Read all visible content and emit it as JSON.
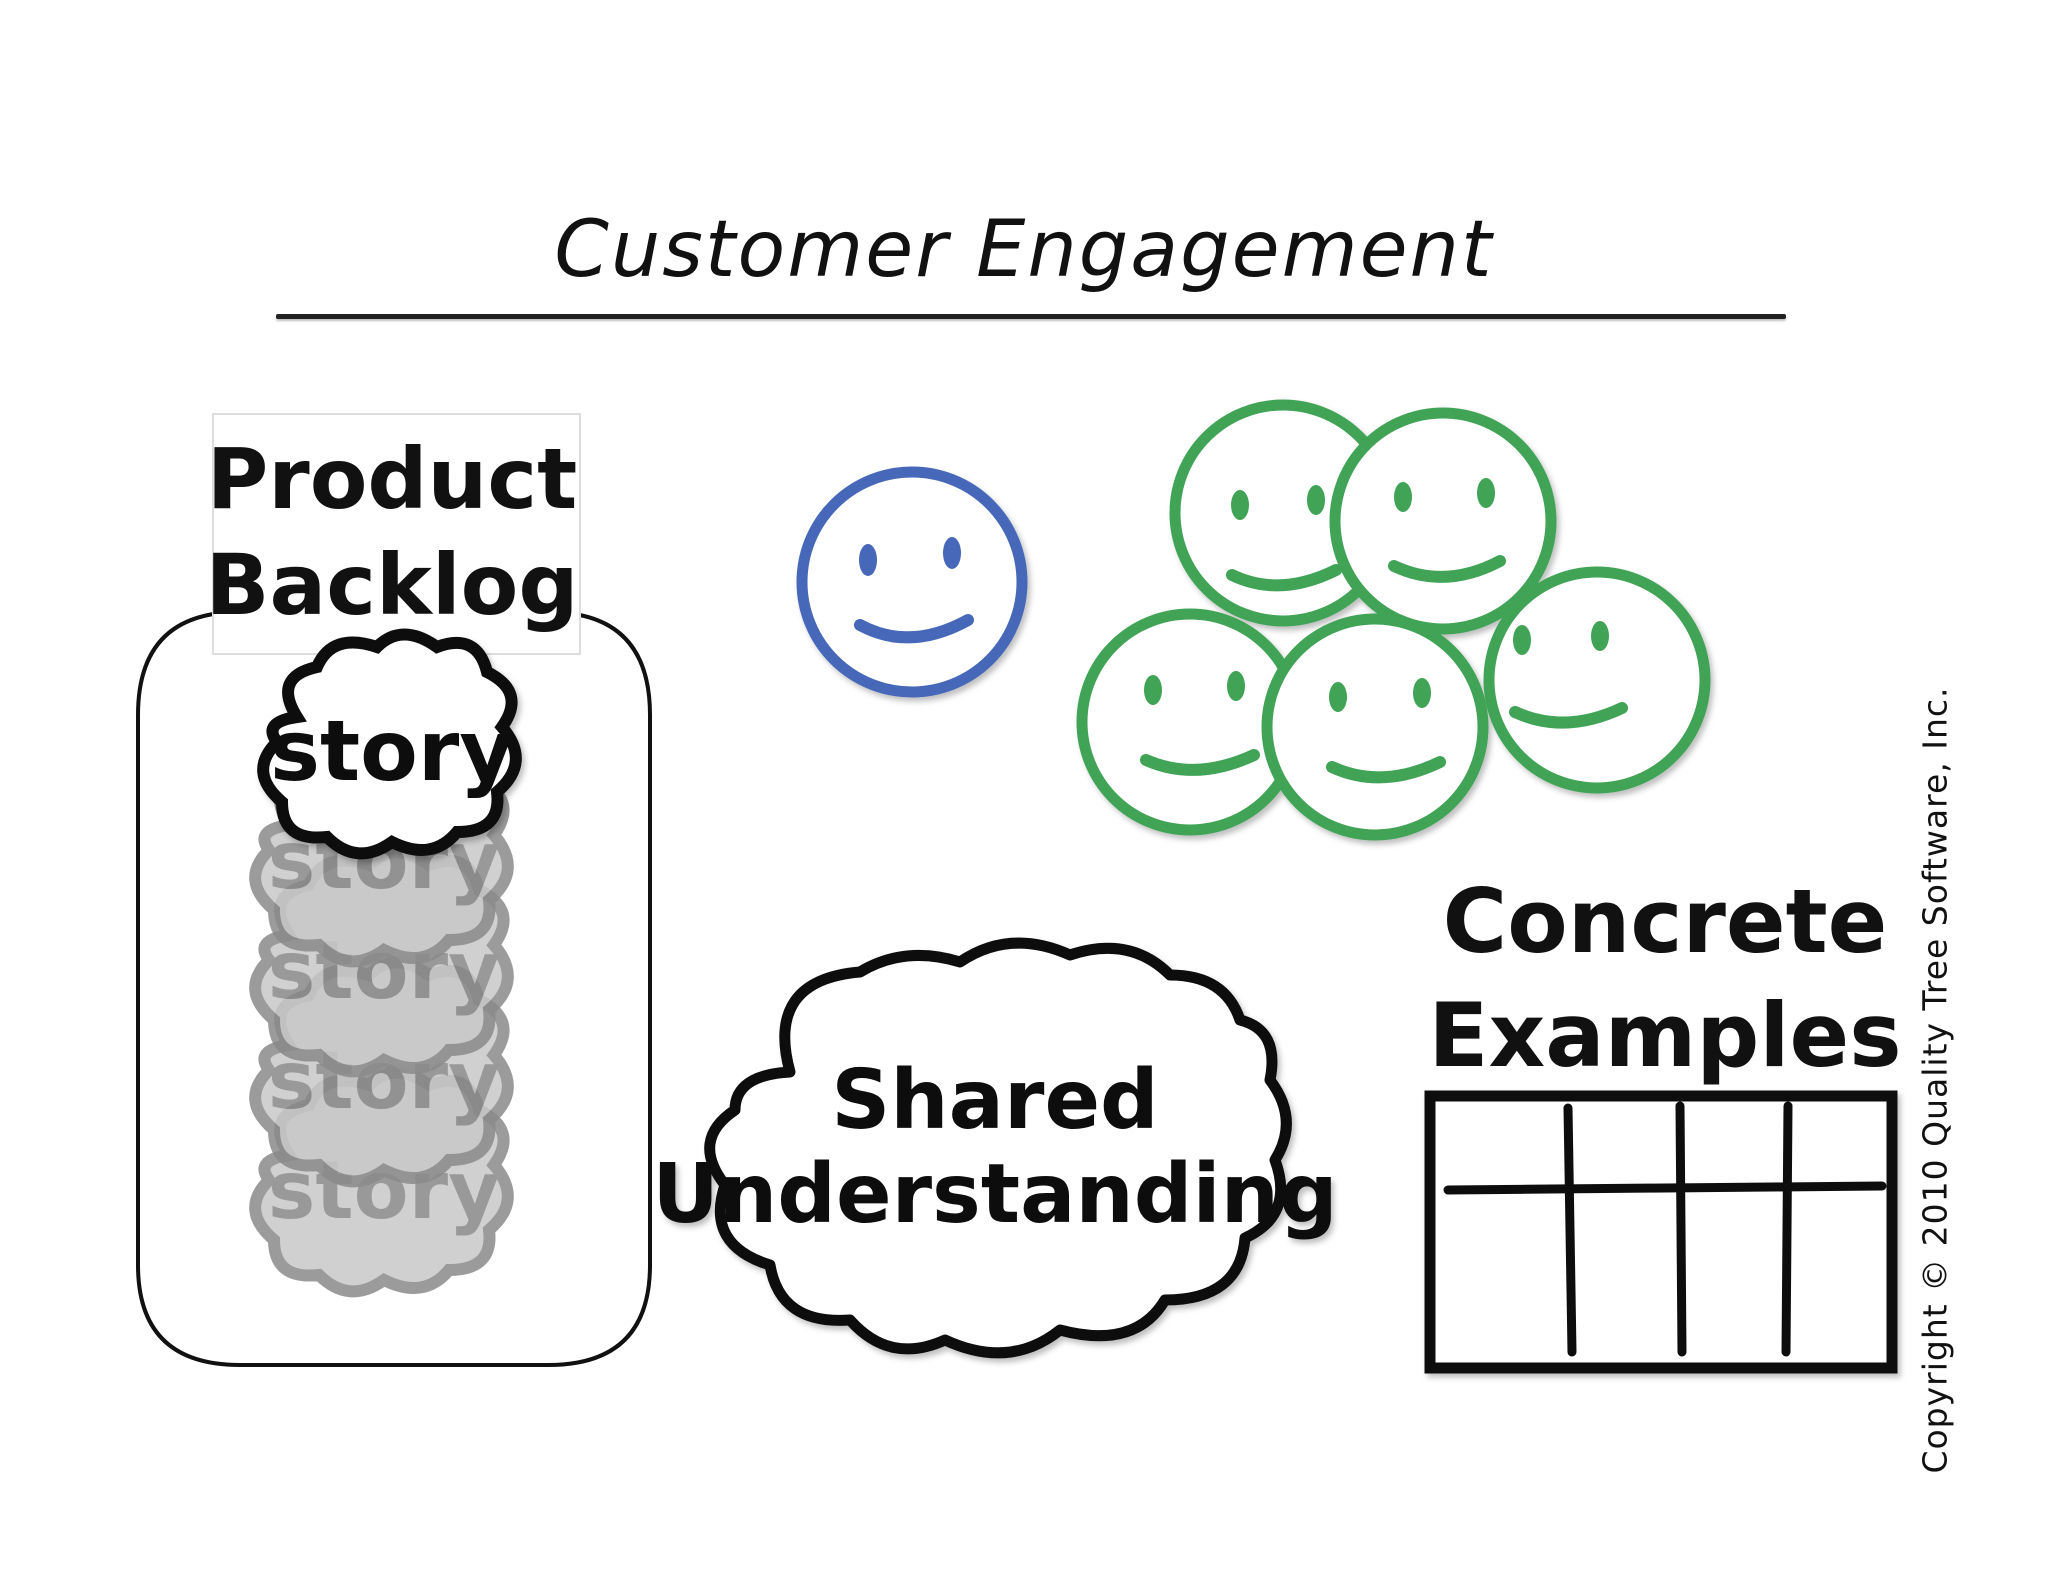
{
  "title": "Customer Engagement",
  "backlog": {
    "label_line1": "Product",
    "label_line2": "Backlog",
    "top_story": "story",
    "stacked_story": "story"
  },
  "shared": {
    "line1": "Shared",
    "line2": "Understanding"
  },
  "examples": {
    "line1": "Concrete",
    "line2": "Examples"
  },
  "copyright": "Copyright © 2010 Quality Tree Software, Inc.",
  "colors": {
    "customer_face": "#4667b8",
    "team_faces": "#3fa357",
    "ink": "#111111",
    "faded_story_fill": "#c8c8c8",
    "faded_story_stroke": "#8a8a8a"
  }
}
